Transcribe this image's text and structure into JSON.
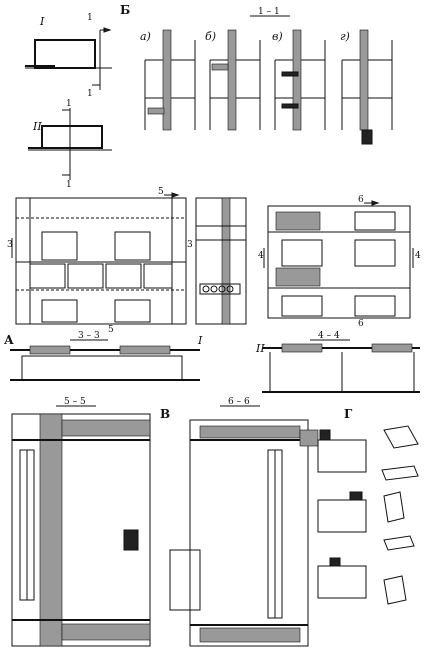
{
  "labels": {
    "roman_1": "I",
    "roman_2": "II",
    "mark_1a": "1",
    "mark_1b": "1",
    "mark_1c": "1",
    "mark_1d": "1",
    "panel_b": "Б",
    "section_1_1": "1 – 1",
    "variant_a": "а)",
    "variant_b": "б)",
    "variant_v": "в)",
    "variant_g": "г)",
    "mark_5_top": "5",
    "mark_5_bot": "5",
    "mark_3_left": "3",
    "mark_3_mid": "3",
    "mark_6_top": "6",
    "mark_6_bot": "6",
    "mark_4_left": "4",
    "mark_4_right": "4",
    "panel_a": "А",
    "section_3_3": "3 – 3",
    "mark_I_sec": "I",
    "mark_II_sec": "II",
    "section_4_4": "4 – 4",
    "section_5_5": "5 – 5",
    "panel_v": "В",
    "section_6_6": "6 – 6",
    "panel_g": "Г"
  }
}
